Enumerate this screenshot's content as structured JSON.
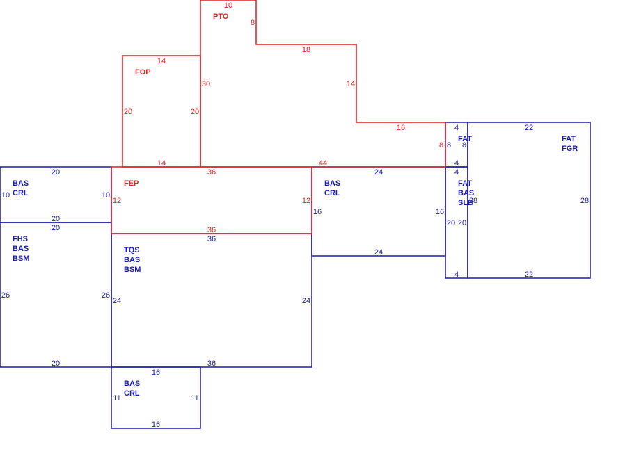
{
  "colors": {
    "red": "#dd1f1f",
    "blue": "#1a1aaa"
  },
  "areas": [
    {
      "id": "pto",
      "labels": [
        "PTO"
      ],
      "dims": [
        "10",
        "8",
        "18",
        "14",
        "16",
        "8",
        "44",
        "30"
      ]
    },
    {
      "id": "fop",
      "labels": [
        "FOP"
      ],
      "dims": [
        "14",
        "20",
        "20",
        "14"
      ]
    },
    {
      "id": "fep",
      "labels": [
        "FEP"
      ],
      "dims": [
        "36",
        "12",
        "12",
        "36"
      ]
    },
    {
      "id": "bas-crl-left",
      "labels": [
        "BAS",
        "CRL"
      ],
      "dims": [
        "20",
        "10",
        "10",
        "20"
      ]
    },
    {
      "id": "fhs-bas-bsm",
      "labels": [
        "FHS",
        "BAS",
        "BSM"
      ],
      "dims": [
        "20",
        "26",
        "26",
        "20"
      ]
    },
    {
      "id": "tqs-bas-bsm",
      "labels": [
        "TQS",
        "BAS",
        "BSM"
      ],
      "dims": [
        "36",
        "24",
        "24",
        "36"
      ]
    },
    {
      "id": "bas-crl-bottom",
      "labels": [
        "BAS",
        "CRL"
      ],
      "dims": [
        "16",
        "11",
        "11",
        "16"
      ]
    },
    {
      "id": "bas-crl-right",
      "labels": [
        "BAS",
        "CRL"
      ],
      "dims": [
        "24",
        "16",
        "16",
        "24"
      ]
    },
    {
      "id": "fat-upper",
      "labels": [
        "FAT"
      ],
      "dims": [
        "4",
        "8",
        "8",
        "4"
      ]
    },
    {
      "id": "fat-bas-slb",
      "labels": [
        "FAT",
        "BAS",
        "SLB"
      ],
      "dims": [
        "4",
        "20",
        "20",
        "4"
      ]
    },
    {
      "id": "fat-fgr",
      "labels": [
        "FAT",
        "FGR"
      ],
      "dims": [
        "22",
        "28",
        "28",
        "22"
      ]
    }
  ]
}
